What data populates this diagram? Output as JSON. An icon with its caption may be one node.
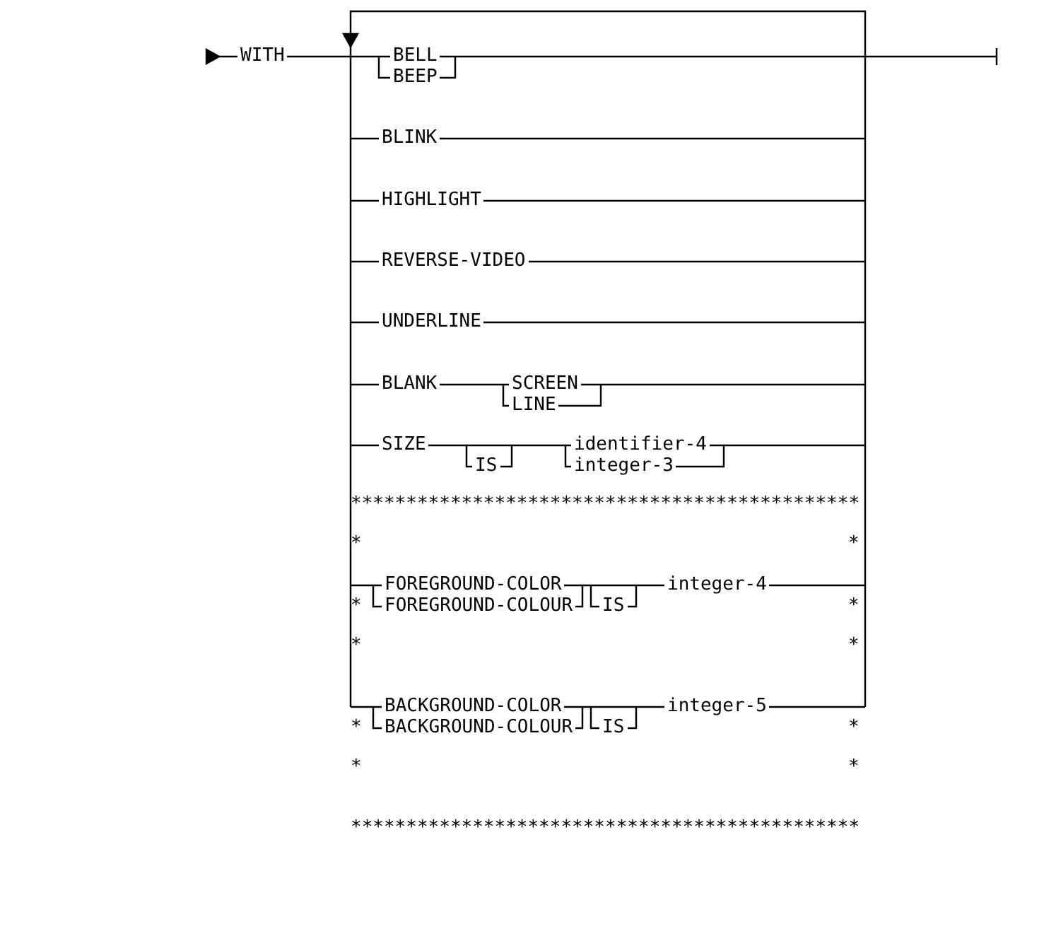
{
  "diagram": {
    "labels": [
      "WITH",
      "BELL",
      "BEEP",
      "BLINK",
      "HIGHLIGHT",
      "REVERSE-VIDEO",
      "UNDERLINE",
      "BLANK",
      "SCREEN",
      "LINE",
      "SIZE",
      "IS",
      "identifier-4",
      "integer-3",
      "**********************************************",
      "*",
      "*",
      "FOREGROUND-COLOR",
      "*",
      "FOREGROUND-COLOUR",
      "IS",
      "integer-4",
      "*",
      "*",
      "*",
      "BACKGROUND-COLOR",
      "*",
      "BACKGROUND-COLOUR",
      "IS",
      "integer-5",
      "*",
      "*",
      "*",
      "**********************************************"
    ]
  }
}
